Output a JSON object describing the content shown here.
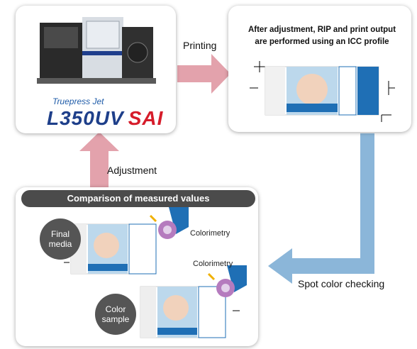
{
  "printer_card": {
    "brand_small": "Truepress Jet",
    "model_main": "L350UV",
    "model_sai": "SAI"
  },
  "output_card": {
    "title_line1": "After adjustment, RIP and print output",
    "title_line2": "are performed using an ICC profile"
  },
  "arrows": {
    "printing": "Printing",
    "adjustment": "Adjustment",
    "spot_check": "Spot color checking"
  },
  "comparison": {
    "title": "Comparison of measured values",
    "final_media_line1": "Final",
    "final_media_line2": "media",
    "color_sample_line1": "Color",
    "color_sample_line2": "sample",
    "colorimetry_1": "Colorimetry",
    "colorimetry_2": "Colorimetry"
  },
  "colors": {
    "arrow_pink": "#e3a2ac",
    "arrow_blue": "#8bb6d9",
    "accent_blue": "#1f6fb5",
    "sensor_purple": "#b57bbe"
  }
}
